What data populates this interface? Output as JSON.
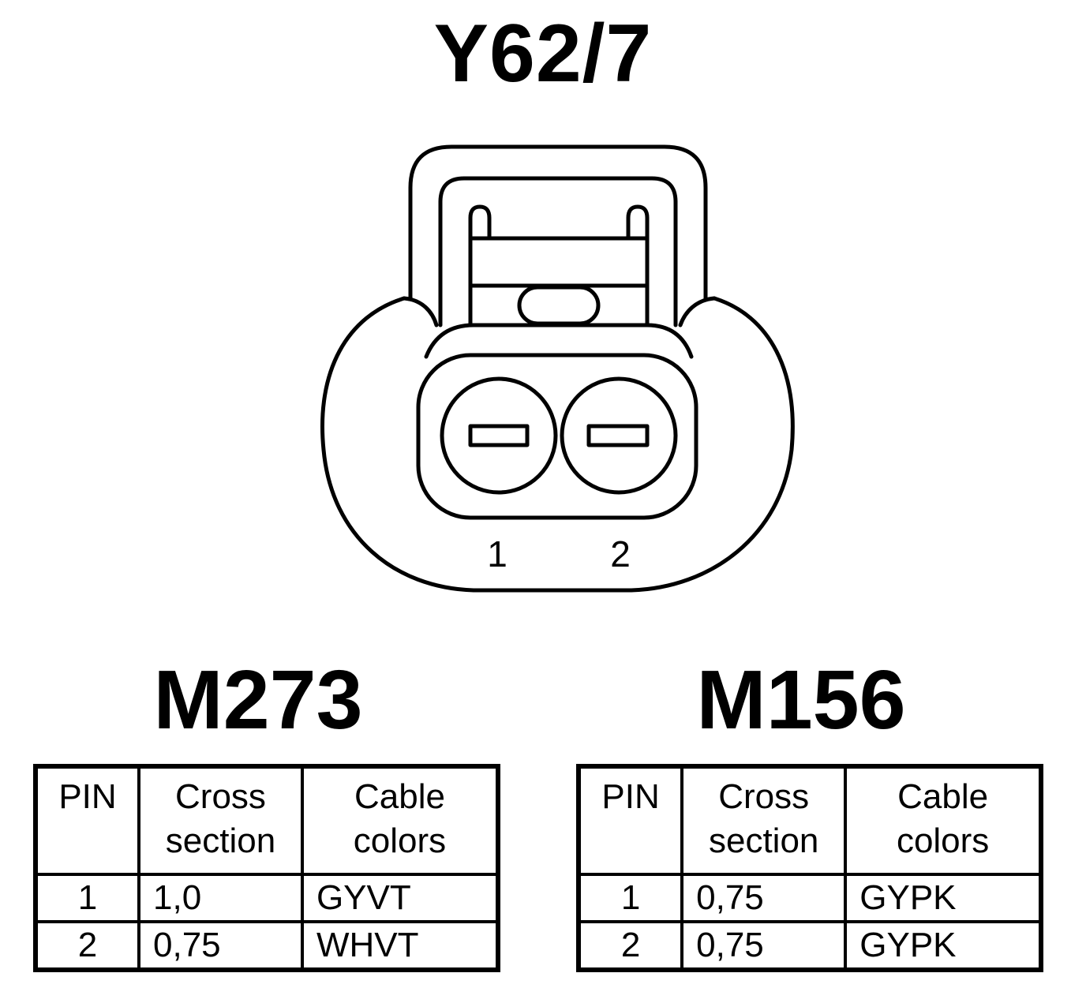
{
  "connector": {
    "name": "Y62/7",
    "pin_labels": [
      "1",
      "2"
    ]
  },
  "variants": [
    {
      "engine": "M273",
      "headers": {
        "pin": "PIN",
        "cross_line1": "Cross",
        "cross_line2": "section",
        "color_line1": "Cable",
        "color_line2": "colors"
      },
      "rows": [
        {
          "pin": "1",
          "cross_section": "1,0",
          "cable_color": "GYVT"
        },
        {
          "pin": "2",
          "cross_section": "0,75",
          "cable_color": "WHVT"
        }
      ]
    },
    {
      "engine": "M156",
      "headers": {
        "pin": "PIN",
        "cross_line1": "Cross",
        "cross_line2": "section",
        "color_line1": "Cable",
        "color_line2": "colors"
      },
      "rows": [
        {
          "pin": "1",
          "cross_section": "0,75",
          "cable_color": "GYPK"
        },
        {
          "pin": "2",
          "cross_section": "0,75",
          "cable_color": "GYPK"
        }
      ]
    }
  ]
}
